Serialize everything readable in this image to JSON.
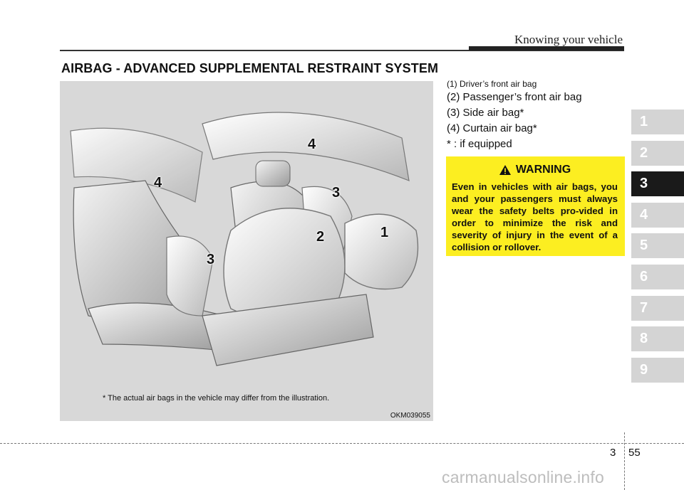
{
  "header": {
    "section_title": "Knowing your vehicle"
  },
  "page": {
    "title": "AIRBAG - ADVANCED SUPPLEMENTAL RESTRAINT SYSTEM",
    "chapter": "3",
    "number": "55"
  },
  "legend": [
    "(1) Driver’s front air bag",
    "(2) Passenger’s front air bag",
    "(3) Side air bag*",
    "(4) Curtain air bag*",
    "* : if equipped"
  ],
  "warning": {
    "title": "WARNING",
    "body": "Even in vehicles with air bags, you and your passengers must always wear the safety belts pro-vided in order to minimize the risk and severity of injury in the event of a collision or rollover."
  },
  "figure": {
    "caption": "* The actual air bags in the vehicle may differ from the illustration.",
    "code": "OKM039055",
    "callouts": [
      "4",
      "4",
      "3",
      "3",
      "2",
      "1"
    ]
  },
  "chapter_tabs": [
    {
      "label": "1"
    },
    {
      "label": "2"
    },
    {
      "label": "3",
      "active": true
    },
    {
      "label": "4"
    },
    {
      "label": "5"
    },
    {
      "label": "6"
    },
    {
      "label": "7"
    },
    {
      "label": "8"
    },
    {
      "label": "9"
    }
  ],
  "watermark": "carmanualsonline.info",
  "colors": {
    "warning_bg": "#fcee21",
    "active_tab": "#1a1a1a",
    "tab": "#d4d4d4"
  }
}
